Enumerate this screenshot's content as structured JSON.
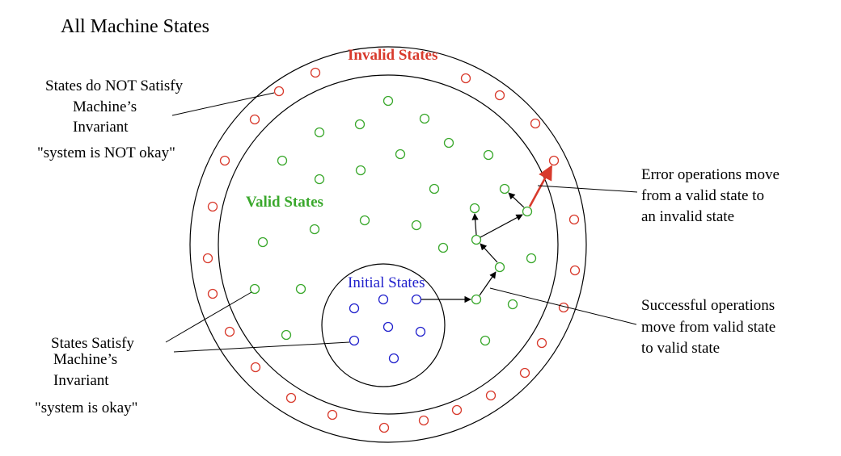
{
  "title": "All Machine States",
  "regions": {
    "invalid": "Invalid States",
    "valid": "Valid States",
    "initial": "Initial States"
  },
  "annotations": {
    "not_satisfy": [
      "States do NOT Satisfy",
      "Machine’s",
      "Invariant",
      "\"system is NOT okay\""
    ],
    "satisfy": [
      "States Satisfy",
      "Machine’s",
      "Invariant",
      "\"system is okay\""
    ],
    "error_ops": [
      "Error operations move",
      "from a valid state to",
      "an invalid state"
    ],
    "success_ops": [
      "Successful operations",
      "move from valid state",
      "to valid state"
    ]
  },
  "colors": {
    "invalid": "#d83a2c",
    "valid": "#3aa82c",
    "initial": "#2222cc",
    "line": "#000000",
    "error_arrow": "#d83a2c"
  }
}
